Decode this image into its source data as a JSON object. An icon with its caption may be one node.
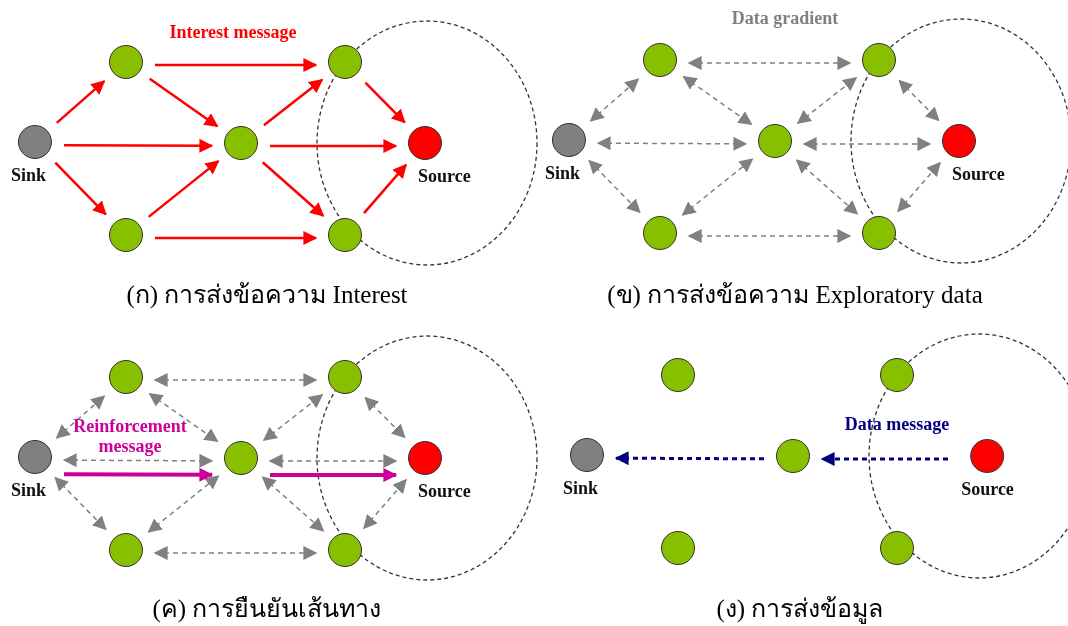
{
  "diagram": {
    "nodes": [
      {
        "text": [
          "Sink"
        ]
      },
      {
        "text": [],
        "shape": "circle"
      },
      {
        "text": [],
        "shape": "circle"
      },
      {
        "text": [],
        "shape": "circle"
      },
      {
        "text": [],
        "shape": "circle"
      },
      {
        "text": [],
        "shape": "circle"
      },
      {
        "text": [
          "Source"
        ]
      },
      {
        "text": [
          "Sink"
        ]
      },
      {
        "text": [],
        "shape": "circle"
      },
      {
        "text": [],
        "shape": "circle"
      },
      {
        "text": [],
        "shape": "circle"
      },
      {
        "text": [],
        "shape": "circle"
      },
      {
        "text": [],
        "shape": "circle"
      },
      {
        "text": [
          "Source"
        ]
      },
      {
        "text": [
          "Sink"
        ]
      },
      {
        "text": [],
        "shape": "circle"
      },
      {
        "text": [],
        "shape": "circle"
      },
      {
        "text": [],
        "shape": "circle"
      },
      {
        "text": [],
        "shape": "circle"
      },
      {
        "text": [],
        "shape": "circle"
      },
      {
        "text": [
          "Source"
        ]
      },
      {
        "text": [
          "Sink"
        ]
      },
      {
        "text": [],
        "shape": "circle"
      },
      {
        "text": [],
        "shape": "circle"
      },
      {
        "text": [],
        "shape": "circle"
      },
      {
        "text": [],
        "shape": "circle"
      },
      {
        "text": [],
        "shape": "circle"
      },
      {
        "text": [
          "Source"
        ]
      }
    ],
    "edges": [
      {
        "from": 0,
        "to": 1,
        "arrow": "to",
        "color": "#ff0000"
      },
      {
        "from": 0,
        "to": 3,
        "arrow": "to",
        "color": "#ff0000"
      },
      {
        "from": 0,
        "to": 2,
        "arrow": "to",
        "color": "#ff0000"
      },
      {
        "from": 1,
        "to": 4,
        "arrow": "to",
        "color": "#ff0000"
      },
      {
        "from": 1,
        "to": 3,
        "arrow": "to",
        "color": "#ff0000"
      },
      {
        "from": 2,
        "to": 3,
        "arrow": "to",
        "color": "#ff0000"
      },
      {
        "from": 2,
        "to": 5,
        "arrow": "to",
        "color": "#ff0000"
      },
      {
        "from": 3,
        "to": 4,
        "arrow": "to",
        "color": "#ff0000"
      },
      {
        "from": 3,
        "to": 6,
        "arrow": "to",
        "color": "#ff0000"
      },
      {
        "from": 3,
        "to": 5,
        "arrow": "to",
        "color": "#ff0000"
      },
      {
        "from": 4,
        "to": 6,
        "arrow": "to",
        "color": "#ff0000"
      },
      {
        "from": 5,
        "to": 6,
        "arrow": "to",
        "color": "#ff0000"
      },
      {
        "from": 7,
        "to": 8,
        "arrow": "both",
        "style": "dashed"
      },
      {
        "from": 7,
        "to": 10,
        "arrow": "both",
        "style": "dashed"
      },
      {
        "from": 7,
        "to": 9,
        "arrow": "both",
        "style": "dashed"
      },
      {
        "from": 8,
        "to": 11,
        "arrow": "both",
        "style": "dashed"
      },
      {
        "from": 8,
        "to": 10,
        "arrow": "both",
        "style": "dashed"
      },
      {
        "from": 9,
        "to": 10,
        "arrow": "both",
        "style": "dashed"
      },
      {
        "from": 9,
        "to": 12,
        "arrow": "both",
        "style": "dashed"
      },
      {
        "from": 10,
        "to": 11,
        "arrow": "both",
        "style": "dashed"
      },
      {
        "from": 10,
        "to": 13,
        "arrow": "both",
        "style": "dashed"
      },
      {
        "from": 10,
        "to": 12,
        "arrow": "both",
        "style": "dashed"
      },
      {
        "from": 11,
        "to": 13,
        "arrow": "both",
        "style": "dashed"
      },
      {
        "from": 12,
        "to": 13,
        "arrow": "both",
        "style": "dashed"
      },
      {
        "from": 14,
        "to": 15,
        "arrow": "both",
        "style": "dashed"
      },
      {
        "from": 14,
        "to": 17,
        "arrow": "both",
        "style": "dashed"
      },
      {
        "from": 14,
        "to": 16,
        "arrow": "both",
        "style": "dashed"
      },
      {
        "from": 15,
        "to": 18,
        "arrow": "both",
        "style": "dashed"
      },
      {
        "from": 15,
        "to": 17,
        "arrow": "both",
        "style": "dashed"
      },
      {
        "from": 16,
        "to": 17,
        "arrow": "both",
        "style": "dashed"
      },
      {
        "from": 16,
        "to": 19,
        "arrow": "both",
        "style": "dashed"
      },
      {
        "from": 17,
        "to": 18,
        "arrow": "both",
        "style": "dashed"
      },
      {
        "from": 17,
        "to": 20,
        "arrow": "both",
        "style": "dashed"
      },
      {
        "from": 17,
        "to": 19,
        "arrow": "both",
        "style": "dashed"
      },
      {
        "from": 18,
        "to": 20,
        "arrow": "both",
        "style": "dashed"
      },
      {
        "from": 19,
        "to": 20,
        "arrow": "both",
        "style": "dashed"
      },
      {
        "from": 14,
        "to": 17,
        "arrow": "to",
        "style": "thick",
        "color": "#cc0099"
      },
      {
        "from": 17,
        "to": 20,
        "arrow": "to",
        "style": "thick",
        "color": "#cc0099"
      },
      {
        "from": 27,
        "to": 24,
        "arrow": "to",
        "style": "dashed",
        "color": "#000080"
      },
      {
        "from": 24,
        "to": 21,
        "arrow": "to",
        "style": "dashed",
        "color": "#000080"
      }
    ],
    "labels": [
      "Interest message",
      "Data gradient",
      "(ก) การส่งข้อความ Interest",
      "(ข) การส่งข้อความ Exploratory data",
      "Reinforcement message",
      "Data message",
      "(ค) การยืนยันเส้นทาง",
      "(ง) การส่งข้อมูล"
    ]
  }
}
